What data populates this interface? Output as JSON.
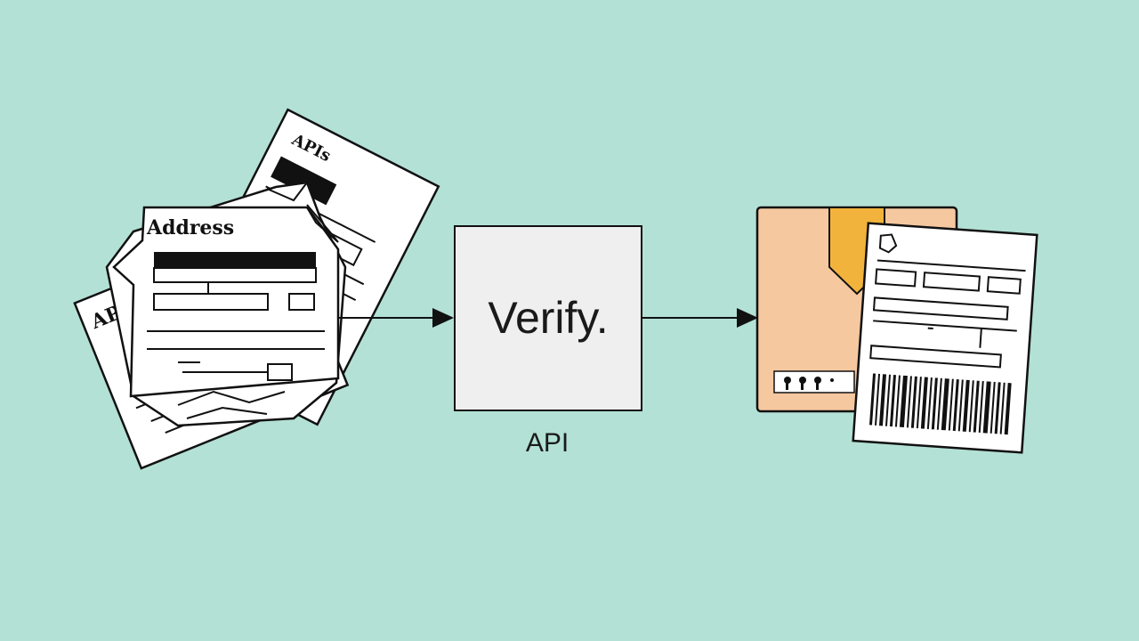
{
  "diagram": {
    "colors": {
      "background": "#b3e1d5",
      "box_fill": "#efefef",
      "package": "#f6c8a0",
      "package_tape": "#f2b33c",
      "ink": "#111111"
    },
    "input_documents": {
      "front_label": "Address",
      "back_label": "APo",
      "far_back_label": "APIs"
    },
    "process_box": {
      "label": "Verify.",
      "caption": "API"
    },
    "output": {
      "package_icon": "package-icon",
      "label_icon": "shipping-label-icon",
      "barcode_icon": "barcode-icon"
    }
  }
}
